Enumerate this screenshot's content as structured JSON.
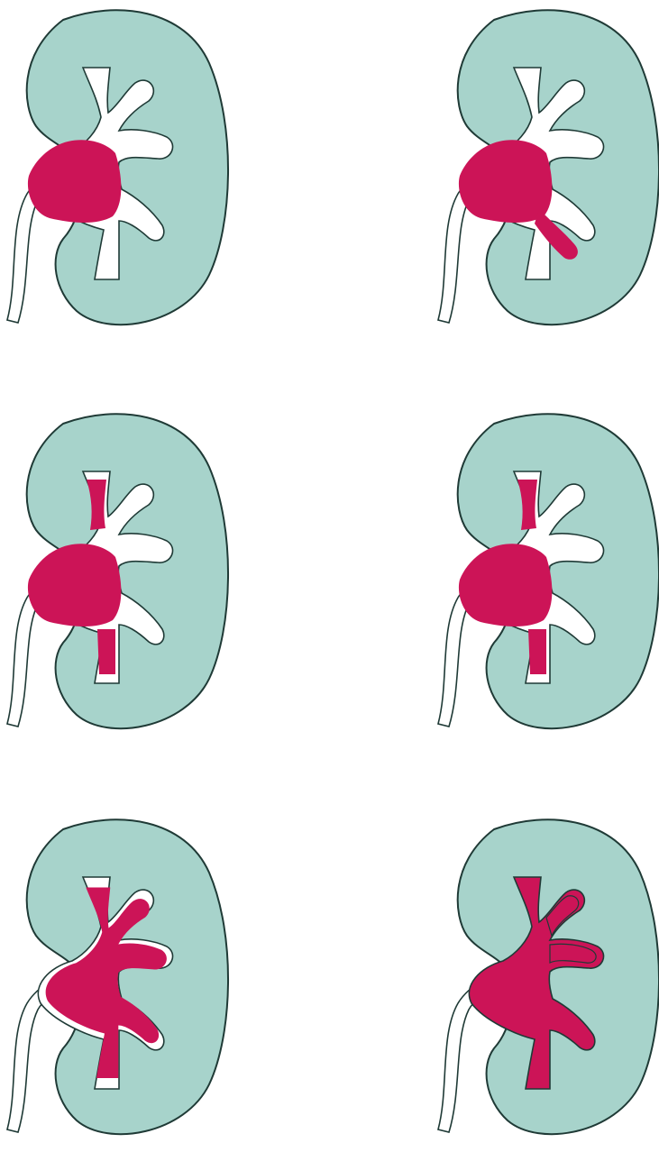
{
  "colors": {
    "parenchyma": "#a7d3cb",
    "outline": "#1f3a36",
    "collecting_system": "#ffffff",
    "filling": "#cc1457"
  },
  "panels": [
    {
      "fill": "pelvis-only"
    },
    {
      "fill": "pelvis-lower-calyx"
    },
    {
      "fill": "pelvis-upper-lower-infundibula"
    },
    {
      "fill": "pelvis-upper-lower-infundibula"
    },
    {
      "fill": "full-with-white-rim"
    },
    {
      "fill": "full"
    }
  ]
}
